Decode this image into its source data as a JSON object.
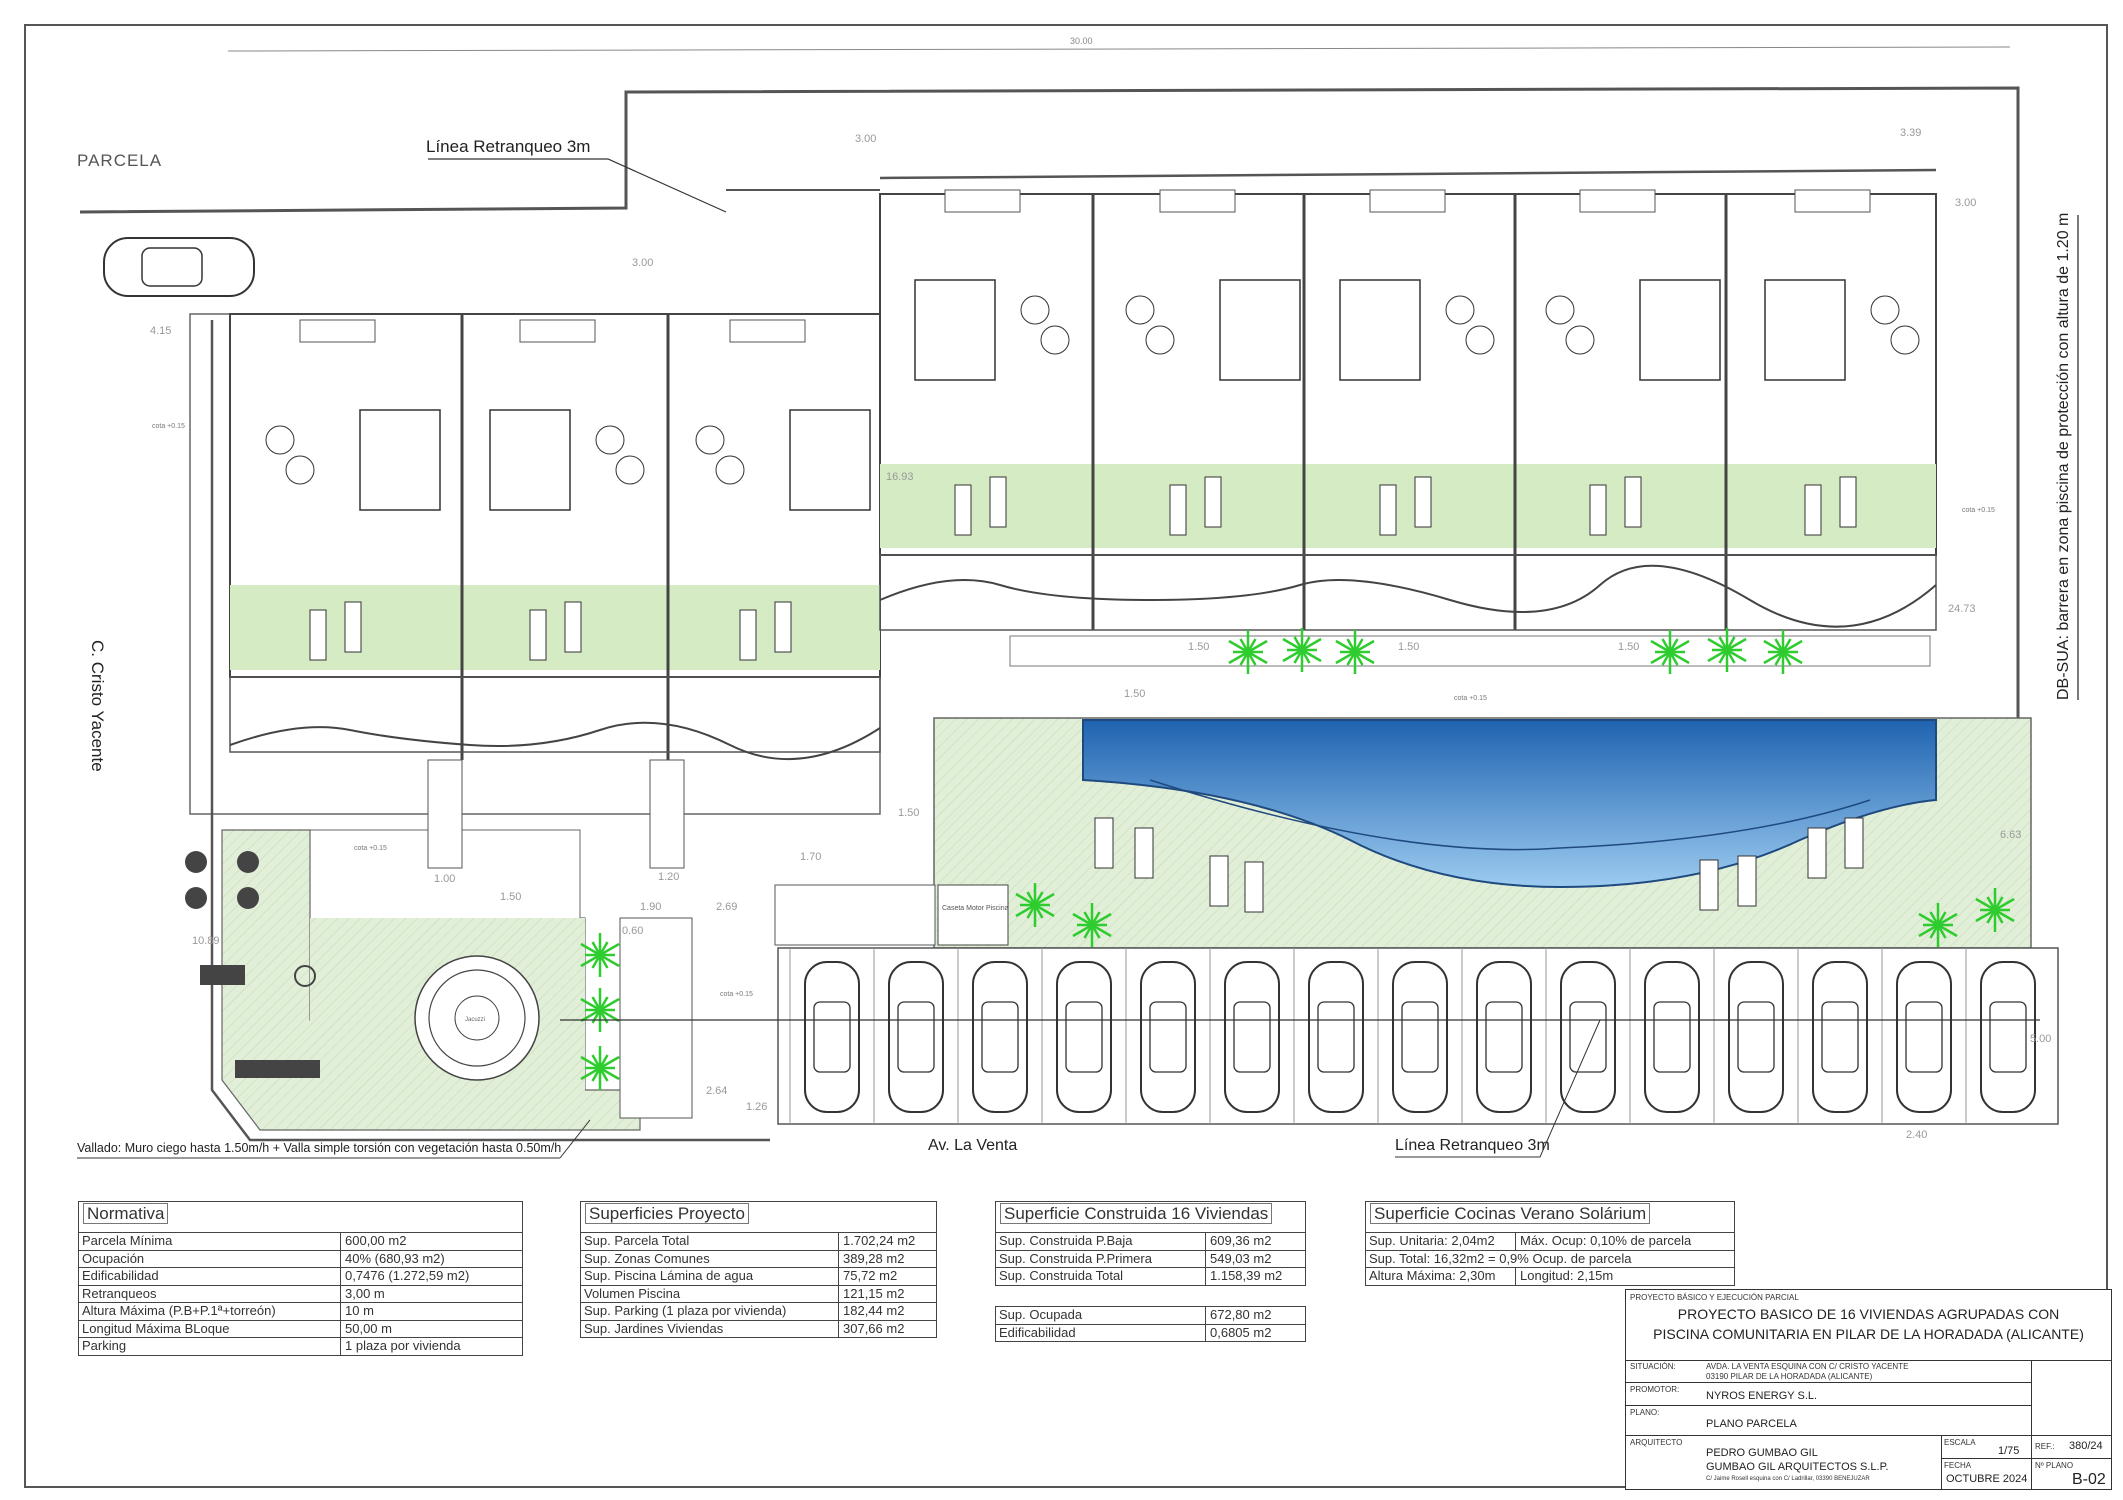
{
  "plan": {
    "parcela_label": "PARCELA",
    "retranqueo_top": "Línea Retranqueo 3m",
    "retranqueo_bottom": "Línea Retranqueo 3m",
    "street_left": "C. Cristo Yacente",
    "street_bottom": "Av. La Venta",
    "db_sua_note": "DB-SUA: barrera en zona piscina de protección con altura de 1.20 m",
    "vallado_note": "Vallado: Muro ciego hasta 1.50m/h + Valla simple torsión con vegetación hasta 0.50m/h",
    "caseta_label": "Caseta Motor Piscina",
    "jacuzzi_label": "Jacuzzi",
    "cota_label": "cota +0.15",
    "dimensions": {
      "total_width": "30.00",
      "d_3_00a": "3.00",
      "d_3_00b": "3.00",
      "d_3_00c": "3.00",
      "d_3_39": "3.39",
      "d_4_15": "4.15",
      "d_16_93": "16.93",
      "d_24_73": "24.73",
      "d_1_50a": "1.50",
      "d_1_50b": "1.50",
      "d_1_50c": "1.50",
      "d_1_50d": "1.50",
      "d_1_50e": "1.50",
      "d_1_00": "1.00",
      "d_1_20": "1.20",
      "d_1_70": "1.70",
      "d_1_90": "1.90",
      "d_2_69": "2.69",
      "d_0_60": "0.60",
      "d_10_89": "10.89",
      "d_2_64": "2.64",
      "d_1_26": "1.26",
      "d_2_40": "2.40",
      "d_5_00": "5.00",
      "d_6_63": "6.63"
    }
  },
  "colors": {
    "garden": "#dcecd0",
    "pool_dark": "#1f63b0",
    "pool_light": "#8fc4ee",
    "palm": "#2ecc2e",
    "line": "#555555"
  },
  "parking": {
    "spaces": 15
  },
  "normativa": {
    "title": "Normativa",
    "rows": [
      {
        "label": "Parcela Mínima",
        "value": "600,00 m2"
      },
      {
        "label": "Ocupación",
        "value": "40% (680,93 m2)"
      },
      {
        "label": "Edificabilidad",
        "value": "0,7476 (1.272,59 m2)"
      },
      {
        "label": "Retranqueos",
        "value": "3,00 m"
      },
      {
        "label": "Altura Máxima (P.B+P.1ª+torreón)",
        "value": "10 m"
      },
      {
        "label": "Longitud Máxima BLoque",
        "value": "50,00 m"
      },
      {
        "label": "Parking",
        "value": "1 plaza por vivienda"
      }
    ]
  },
  "superficies_proyecto": {
    "title": "Superficies Proyecto",
    "rows": [
      {
        "label": "Sup. Parcela Total",
        "value": "1.702,24 m2"
      },
      {
        "label": "Sup. Zonas Comunes",
        "value": "389,28 m2"
      },
      {
        "label": "Sup. Piscina Lámina de agua",
        "value": "75,72 m2"
      },
      {
        "label": "Volumen Piscina",
        "value": "121,15 m2"
      },
      {
        "label": "Sup. Parking (1 plaza por vivienda)",
        "value": "182,44 m2"
      },
      {
        "label": "Sup. Jardines Viviendas",
        "value": "307,66 m2"
      }
    ]
  },
  "superficie_construida": {
    "title": "Superficie Construida 16 Viviendas",
    "rows": [
      {
        "label": "Sup. Construida P.Baja",
        "value": "609,36 m2"
      },
      {
        "label": "Sup. Construida P.Primera",
        "value": "549,03 m2"
      },
      {
        "label": "Sup. Construida Total",
        "value": "1.158,39 m2"
      }
    ],
    "extra_rows": [
      {
        "label": "Sup. Ocupada",
        "value": "672,80 m2"
      },
      {
        "label": "Edificabilidad",
        "value": "0,6805 m2"
      }
    ]
  },
  "cocinas_verano": {
    "title": "Superficie Cocinas Verano Solárium",
    "row1_a": "Sup. Unitaria: 2,04m2",
    "row1_b": "Máx. Ocup: 0,10% de parcela",
    "row2": "Sup. Total: 16,32m2 = 0,9% Ocup. de parcela",
    "row3_a": "Altura Máxima: 2,30m",
    "row3_b": "Longitud: 2,15m"
  },
  "title_block": {
    "phase": "PROYECTO BÁSICO Y EJECUCIÓN PARCIAL",
    "title_line1": "PROYECTO BASICO DE 16 VIVIENDAS AGRUPADAS CON",
    "title_line2": "PISCINA COMUNITARIA EN PILAR DE LA HORADADA (ALICANTE)",
    "situacion_label": "SITUACIÓN:",
    "situacion_line1": "AVDA. LA VENTA ESQUINA CON C/ CRISTO YACENTE",
    "situacion_line2": "03190 PILAR DE LA HORADADA (ALICANTE)",
    "promotor_label": "PROMOTOR:",
    "promotor": "NYROS ENERGY S.L.",
    "plano_label": "PLANO:",
    "plano": "PLANO PARCELA",
    "arquitecto_label": "ARQUITECTO",
    "arquitecto_name": "PEDRO GUMBAO GIL",
    "arquitecto_firm": "GUMBAO GIL ARQUITECTOS S.L.P.",
    "arquitecto_address": "C/ Jaime Rosell esquina con C/ Ladrillar, 03390 BENEJUZAR",
    "escala_label": "ESCALA",
    "escala": "1/75",
    "fecha_label": "FECHA",
    "fecha": "OCTUBRE 2024",
    "ref_label": "REF.:",
    "ref": "380/24",
    "plano_num_label": "Nº PLANO",
    "plano_num": "B-02"
  }
}
